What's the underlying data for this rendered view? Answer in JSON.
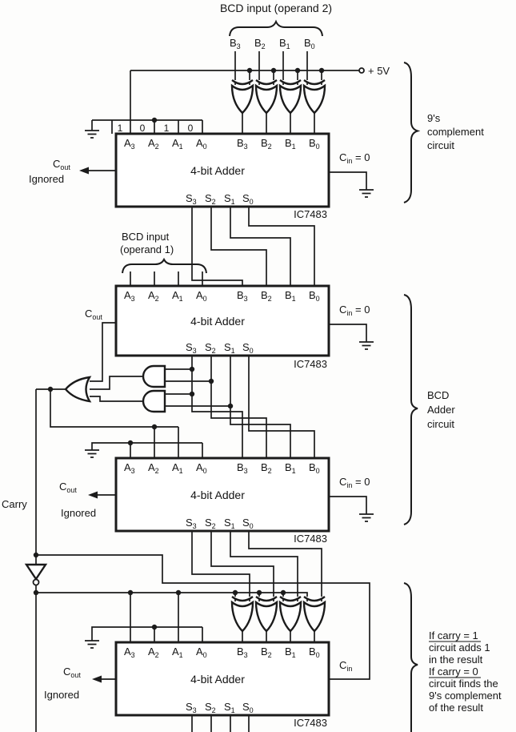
{
  "title": "BCD input (operand 2)",
  "operand1": {
    "line1": "BCD input",
    "line2": "(operand 1)"
  },
  "power": "+ 5V",
  "carry": "Carry",
  "bits": [
    "1",
    "0",
    "1",
    "0"
  ],
  "pins": {
    "a": [
      {
        "b": "A",
        "s": "3"
      },
      {
        "b": "A",
        "s": "2"
      },
      {
        "b": "A",
        "s": "1"
      },
      {
        "b": "A",
        "s": "0"
      }
    ],
    "b": [
      {
        "b": "B",
        "s": "3"
      },
      {
        "b": "B",
        "s": "2"
      },
      {
        "b": "B",
        "s": "1"
      },
      {
        "b": "B",
        "s": "0"
      }
    ],
    "s": [
      {
        "b": "S",
        "s": "3"
      },
      {
        "b": "S",
        "s": "2"
      },
      {
        "b": "S",
        "s": "1"
      },
      {
        "b": "S",
        "s": "0"
      }
    ]
  },
  "adder": {
    "name": "4-bit Adder",
    "chip": "IC7483",
    "cout": {
      "b": "C",
      "s": "out"
    },
    "ignored": "Ignored",
    "cin": {
      "b": "C",
      "s": "in",
      "eq": " = 0"
    },
    "cin4": {
      "b": "C",
      "s": "in"
    }
  },
  "groups": {
    "g1": [
      "9's",
      "complement",
      "circuit"
    ],
    "g2": [
      "BCD",
      "Adder",
      "circuit"
    ],
    "g3": [
      "If carry = 1",
      "circuit adds 1",
      "in the result",
      "If carry = 0",
      "circuit finds the",
      "9's complement",
      "of the result"
    ]
  },
  "colors": {
    "ink": "#1b1b1b",
    "bg": "#fdfdfc"
  }
}
